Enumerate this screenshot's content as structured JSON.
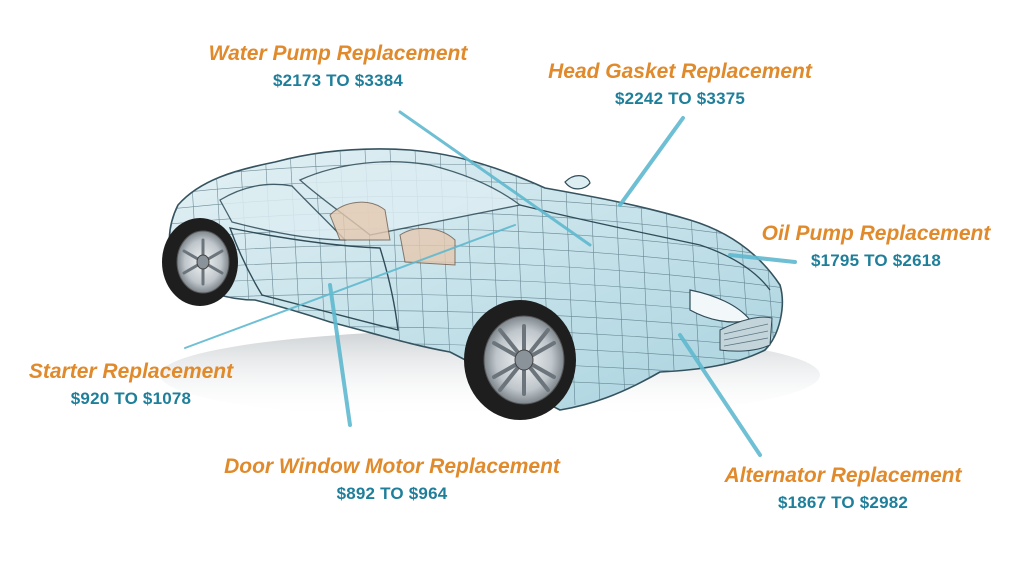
{
  "colors": {
    "title": "#E08A2C",
    "price": "#1F7F9A",
    "pointer": "#5FB9CF",
    "mesh": "#3D5F6E",
    "glass": "#B8DCE6",
    "tire": "#1E1E1E",
    "rim": "#C9CED2"
  },
  "callouts": {
    "water_pump": {
      "title": "Water Pump Replacement",
      "price": "$2173 TO $3384"
    },
    "head_gasket": {
      "title": "Head Gasket Replacement",
      "price": "$2242 TO $3375"
    },
    "oil_pump": {
      "title": "Oil Pump Replacement",
      "price": "$1795 TO $2618"
    },
    "starter": {
      "title": "Starter Replacement",
      "price": "$920 TO $1078"
    },
    "door_window_motor": {
      "title": "Door Window Motor Replacement",
      "price": "$892 TO $964"
    },
    "alternator": {
      "title": "Alternator Replacement",
      "price": "$1867 TO $2982"
    }
  }
}
